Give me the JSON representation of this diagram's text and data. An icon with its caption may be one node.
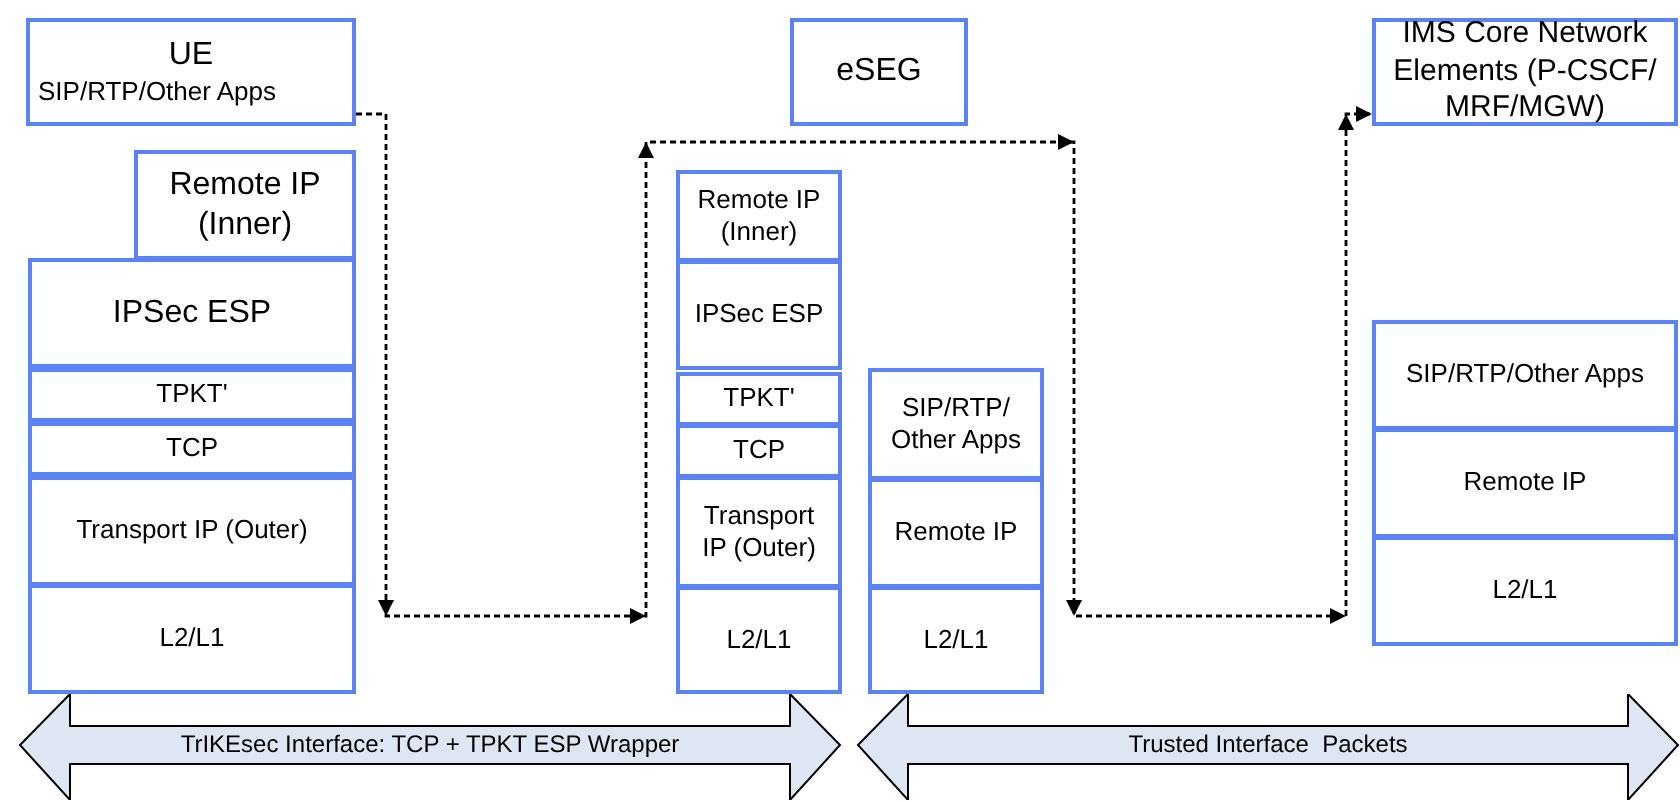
{
  "diagram": {
    "nodes": [
      {
        "text": [
          "UE",
          "SIP/RTP/Other Apps"
        ]
      },
      {
        "text": [
          "Remote IP (Inner)"
        ]
      },
      {
        "text": [
          "IPSec ESP"
        ]
      },
      {
        "text": [
          "TPKT'"
        ]
      },
      {
        "text": [
          "TCP"
        ]
      },
      {
        "text": [
          "Transport IP (Outer)"
        ]
      },
      {
        "text": [
          "L2/L1"
        ]
      },
      {
        "text": [
          "eSEG"
        ]
      },
      {
        "text": [
          "Remote IP (Inner)"
        ]
      },
      {
        "text": [
          "IPSec ESP"
        ]
      },
      {
        "text": [
          "TPKT'"
        ]
      },
      {
        "text": [
          "TCP"
        ]
      },
      {
        "text": [
          "Transport IP (Outer)"
        ]
      },
      {
        "text": [
          "L2/L1"
        ]
      },
      {
        "text": [
          "SIP/RTP/ Other Apps"
        ]
      },
      {
        "text": [
          "Remote IP"
        ]
      },
      {
        "text": [
          "L2/L1"
        ]
      },
      {
        "text": [
          "IMS Core Network Elements (P-CSCF/ MRF/MGW)"
        ]
      },
      {
        "text": [
          "SIP/RTP/Other Apps"
        ]
      },
      {
        "text": [
          "Remote IP"
        ]
      },
      {
        "text": [
          "L2/L1"
        ]
      },
      {
        "text": [
          "TrIKEsec Interface: TCP + TPKT ESP Wrapper"
        ]
      },
      {
        "text": [
          "Trusted Interface  Packets"
        ]
      }
    ],
    "edges": [
      {
        "from": 0,
        "to": 17,
        "arrow": "to",
        "style": "dashed"
      }
    ]
  }
}
